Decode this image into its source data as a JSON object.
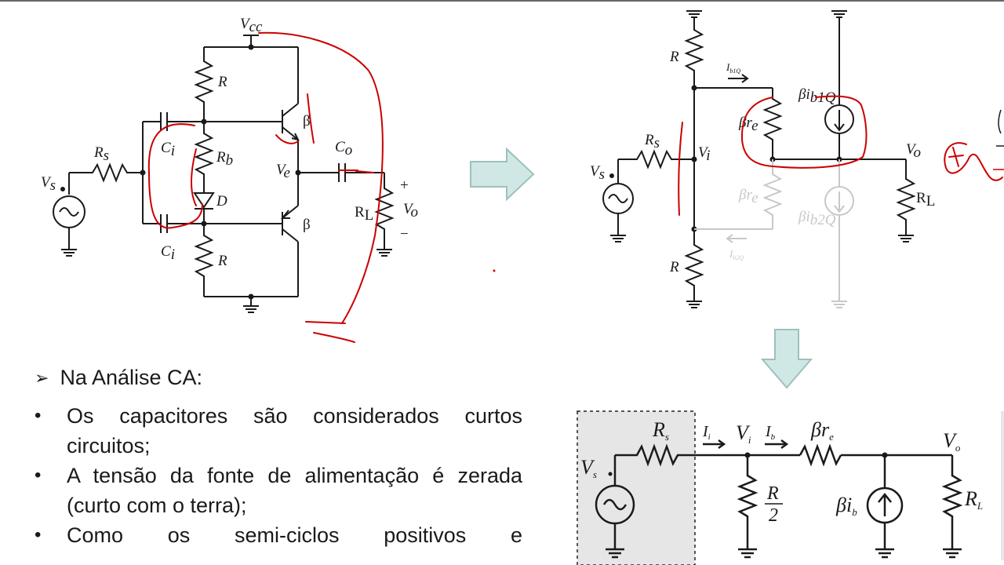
{
  "circuit1": {
    "vcc": "V",
    "vcc_sub": "cc",
    "r_top": "R",
    "r_bottom": "R",
    "rb": "R",
    "rb_sub": "b",
    "diode": "D",
    "ci_top": "C",
    "ci_top_sub": "i",
    "ci_bottom": "C",
    "ci_bottom_sub": "i",
    "rs": "R",
    "rs_sub": "s",
    "vs": "V",
    "vs_sub": "s",
    "ve": "V",
    "ve_sub": "e",
    "co": "C",
    "co_sub": "o",
    "rl": "R",
    "rl_sub": "L",
    "vo": "V",
    "vo_sub": "o",
    "plus": "+",
    "minus": "−",
    "beta_top": "β",
    "beta_bottom": "β"
  },
  "circuit2": {
    "r_top": "R",
    "r_bottom": "R",
    "ib1": "I",
    "ib1_sub": "b1Q",
    "ib2": "I",
    "ib2_sub": "b2Q",
    "beta_re_top": "βr",
    "beta_re_top_sub": "e",
    "beta_re_bottom": "βr",
    "beta_re_bottom_sub": "e",
    "beta_ib1": "βi",
    "beta_ib1_sub": "b1Q",
    "beta_ib2": "βi",
    "beta_ib2_sub": "b2Q",
    "rs": "R",
    "rs_sub": "s",
    "vi": "V",
    "vi_sub": "i",
    "vs": "V",
    "vs_sub": "s",
    "vo": "V",
    "vo_sub": "o",
    "rl": "R",
    "rl_sub": "L"
  },
  "circuit3": {
    "rs": "R",
    "rs_sub": "s",
    "ii": "I",
    "ii_sub": "i",
    "vi": "V",
    "vi_sub": "i",
    "ib": "I",
    "ib_sub": "b",
    "beta_re": "βr",
    "beta_re_sub": "e",
    "vo": "V",
    "vo_sub": "o",
    "vs": "V",
    "vs_sub": "s",
    "r_half_num": "R",
    "r_half_den": "2",
    "beta_ib": "βi",
    "beta_ib_sub": "b",
    "rl": "R",
    "rl_sub": "L"
  },
  "colors": {
    "accent_arrow": "#cfe8e6",
    "annotation": "#cc0000",
    "faded": "#c8c8c8"
  },
  "slide": {
    "heading": "Na Análise CA:",
    "bullets": [
      "Os capacitores são considerados curtos circuitos;",
      "A tensão da fonte de alimentação é zerada (curto com o terra);",
      "Como os semi-ciclos positivos e"
    ]
  }
}
